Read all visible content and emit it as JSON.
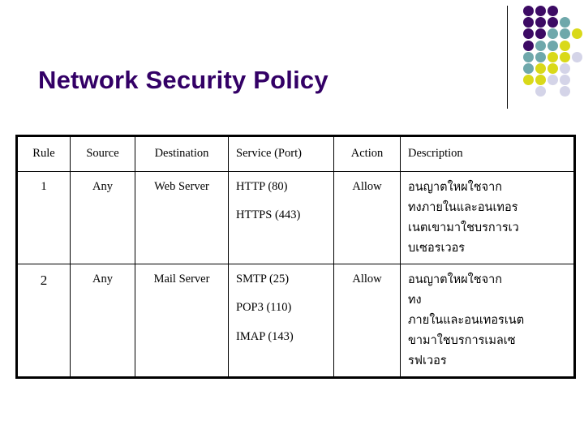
{
  "page_title": "Network Security Policy",
  "colors": {
    "title": "#330066",
    "dot_dark_purple": "#3c0a64",
    "dot_teal": "#6fa8ab",
    "dot_yellow": "#d9d919",
    "dot_lavender": "#d4d4e8",
    "border": "#000000",
    "background": "#ffffff"
  },
  "decoration": {
    "dot_grid_name": "dot-grid-decoration",
    "vertical_rule_name": "title-vertical-rule",
    "dots": [
      {
        "col": 0,
        "row": 0,
        "color": "#3c0a64"
      },
      {
        "col": 1,
        "row": 0,
        "color": "#3c0a64"
      },
      {
        "col": 2,
        "row": 0,
        "color": "#3c0a64"
      },
      {
        "col": 0,
        "row": 1,
        "color": "#3c0a64"
      },
      {
        "col": 1,
        "row": 1,
        "color": "#3c0a64"
      },
      {
        "col": 2,
        "row": 1,
        "color": "#3c0a64"
      },
      {
        "col": 3,
        "row": 1,
        "color": "#6fa8ab"
      },
      {
        "col": 0,
        "row": 2,
        "color": "#3c0a64"
      },
      {
        "col": 1,
        "row": 2,
        "color": "#3c0a64"
      },
      {
        "col": 2,
        "row": 2,
        "color": "#6fa8ab"
      },
      {
        "col": 3,
        "row": 2,
        "color": "#6fa8ab"
      },
      {
        "col": 4,
        "row": 2,
        "color": "#d9d919"
      },
      {
        "col": 0,
        "row": 3,
        "color": "#3c0a64"
      },
      {
        "col": 1,
        "row": 3,
        "color": "#6fa8ab"
      },
      {
        "col": 2,
        "row": 3,
        "color": "#6fa8ab"
      },
      {
        "col": 3,
        "row": 3,
        "color": "#d9d919"
      },
      {
        "col": 0,
        "row": 4,
        "color": "#6fa8ab"
      },
      {
        "col": 1,
        "row": 4,
        "color": "#6fa8ab"
      },
      {
        "col": 2,
        "row": 4,
        "color": "#d9d919"
      },
      {
        "col": 3,
        "row": 4,
        "color": "#d9d919"
      },
      {
        "col": 4,
        "row": 4,
        "color": "#d4d4e8"
      },
      {
        "col": 0,
        "row": 5,
        "color": "#6fa8ab"
      },
      {
        "col": 1,
        "row": 5,
        "color": "#d9d919"
      },
      {
        "col": 2,
        "row": 5,
        "color": "#d9d919"
      },
      {
        "col": 3,
        "row": 5,
        "color": "#d4d4e8"
      },
      {
        "col": 0,
        "row": 6,
        "color": "#d9d919"
      },
      {
        "col": 1,
        "row": 6,
        "color": "#d9d919"
      },
      {
        "col": 2,
        "row": 6,
        "color": "#d4d4e8"
      },
      {
        "col": 3,
        "row": 6,
        "color": "#d4d4e8"
      },
      {
        "col": 1,
        "row": 7,
        "color": "#d4d4e8"
      },
      {
        "col": 3,
        "row": 7,
        "color": "#d4d4e8"
      }
    ]
  },
  "table": {
    "headers": [
      "Rule",
      "Source",
      "Destination",
      "Service (Port)",
      "Action",
      "Description"
    ],
    "rows": [
      {
        "rule": "1",
        "source": "Any",
        "destination": "Web Server",
        "services": [
          "HTTP (80)",
          "HTTPS (443)"
        ],
        "action": "Allow",
        "description_lines": [
          "อนญาตใหผใชจาก",
          "ทงภายในและอนเทอร",
          "เนตเขามาใชบรการเว",
          "บเซอรเวอร"
        ]
      },
      {
        "rule": "2",
        "source": "Any",
        "destination": "Mail Server",
        "services": [
          "SMTP (25)",
          "POP3 (110)",
          "IMAP (143)"
        ],
        "action": "Allow",
        "description_lines": [
          "อนญาตใหผใชจาก",
          "ทง",
          "ภายในและอนเทอรเนต",
          "ขามาใชบรการเมลเซ",
          "รฟเวอร"
        ]
      }
    ]
  }
}
